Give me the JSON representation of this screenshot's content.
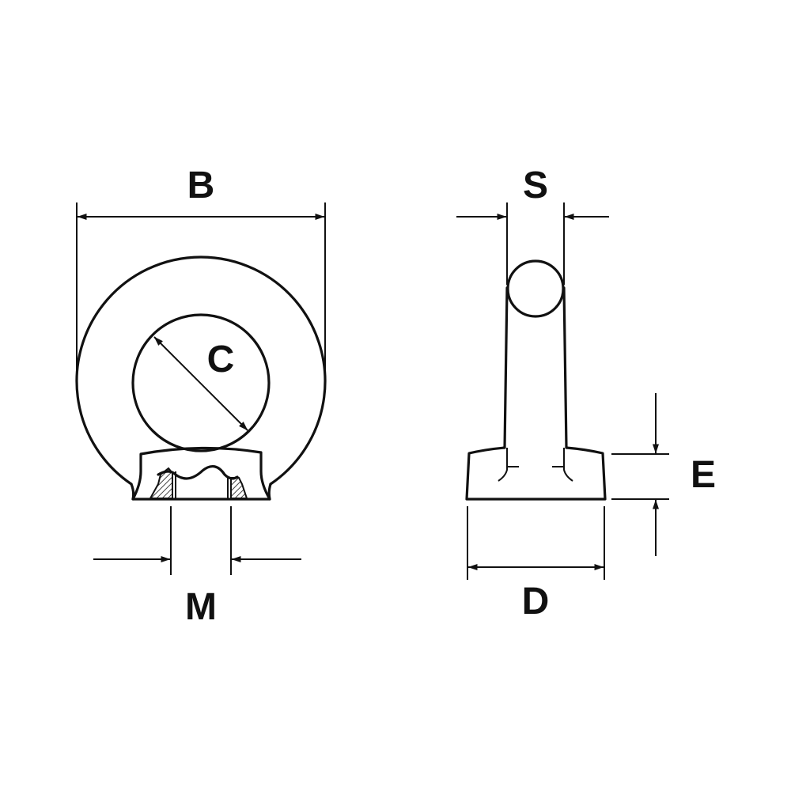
{
  "diagram": {
    "front_view": {
      "dimension_labels": {
        "outer_width": "B",
        "inner_diameter": "C",
        "thread": "M"
      }
    },
    "side_view": {
      "dimension_labels": {
        "section_thickness": "S",
        "base_height": "E",
        "base_diameter": "D"
      }
    }
  }
}
